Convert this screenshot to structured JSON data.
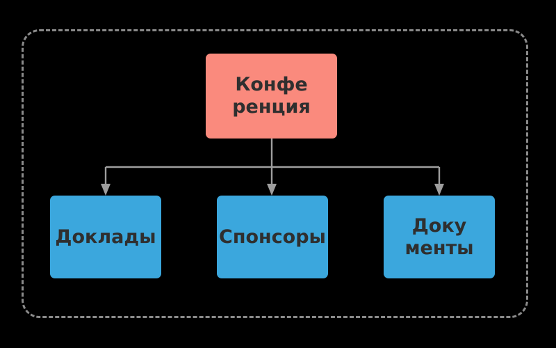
{
  "diagram": {
    "type": "tree",
    "orientation": "top-down",
    "background_color": "#000000",
    "container": {
      "name": "cluster-border",
      "style": "dashed",
      "border_color": "#8a8a8a",
      "corner_radius": 26
    },
    "connector": {
      "line_color": "#9e9e9e",
      "arrowhead": "triangle",
      "routing": "orthogonal"
    },
    "nodes": [
      {
        "id": "root",
        "label": "Конфе\nренция",
        "text_plain": "Конференция",
        "shape": "rounded-rect",
        "fill": "#fa8a7d",
        "text_color": "#2f2f2f",
        "level": 0
      },
      {
        "id": "reports",
        "label": "Доклады",
        "text_plain": "Доклады",
        "shape": "rounded-rect",
        "fill": "#3ba7dd",
        "text_color": "#2f2f2f",
        "level": 1
      },
      {
        "id": "sponsors",
        "label": "Спонсоры",
        "text_plain": "Спонсоры",
        "shape": "rounded-rect",
        "fill": "#3ba7dd",
        "text_color": "#2f2f2f",
        "level": 1
      },
      {
        "id": "documents",
        "label": "Доку\nменты",
        "text_plain": "Документы",
        "shape": "rounded-rect",
        "fill": "#3ba7dd",
        "text_color": "#2f2f2f",
        "level": 1
      }
    ],
    "edges": [
      {
        "from": "root",
        "to": "reports"
      },
      {
        "from": "root",
        "to": "sponsors"
      },
      {
        "from": "root",
        "to": "documents"
      }
    ]
  }
}
